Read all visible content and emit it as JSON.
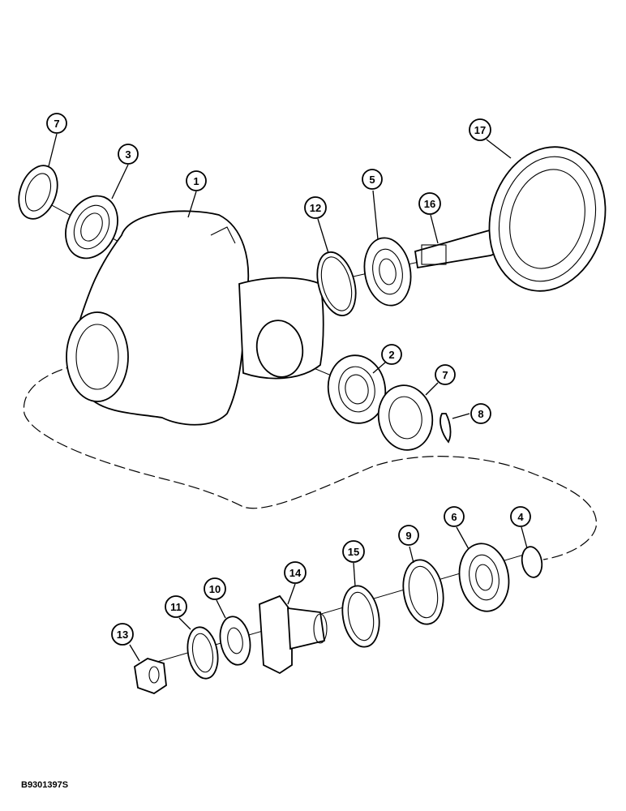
{
  "callouts": [
    {
      "id": "c7a",
      "label": "7"
    },
    {
      "id": "c3",
      "label": "3"
    },
    {
      "id": "c1",
      "label": "1"
    },
    {
      "id": "c12",
      "label": "12"
    },
    {
      "id": "c5",
      "label": "5"
    },
    {
      "id": "c16",
      "label": "16"
    },
    {
      "id": "c17",
      "label": "17"
    },
    {
      "id": "c2",
      "label": "2"
    },
    {
      "id": "c7b",
      "label": "7"
    },
    {
      "id": "c8",
      "label": "8"
    },
    {
      "id": "c6",
      "label": "6"
    },
    {
      "id": "c4",
      "label": "4"
    },
    {
      "id": "c9",
      "label": "9"
    },
    {
      "id": "c15",
      "label": "15"
    },
    {
      "id": "c14",
      "label": "14"
    },
    {
      "id": "c10",
      "label": "10"
    },
    {
      "id": "c11",
      "label": "11"
    },
    {
      "id": "c13",
      "label": "13"
    }
  ],
  "figure_id": "B9301397S"
}
